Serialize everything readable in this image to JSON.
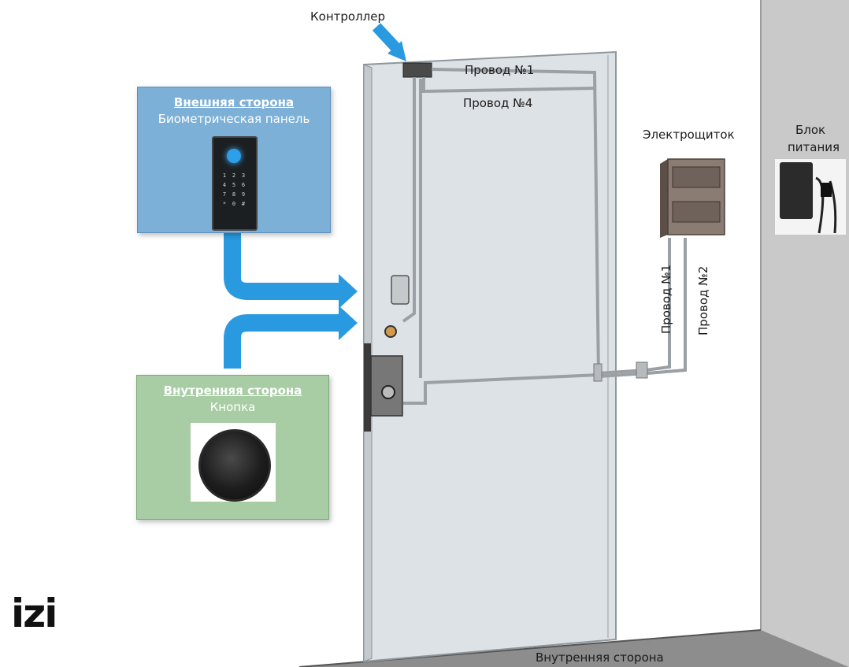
{
  "labels": {
    "controller": "Контроллер",
    "wire1_top": "Провод №1",
    "wire4": "Провод №4",
    "panel_box": "Электрощиток",
    "power_unit_line1": "Блок",
    "power_unit_line2": "питания",
    "wire1_side": "Провод №1",
    "wire2_side": "Провод №2",
    "floor_inside": "Внутренняя сторона"
  },
  "outer_panel": {
    "title": "Внешняя сторона",
    "subtitle": "Биометрическая панель",
    "color": "#7fb0d6"
  },
  "inner_panel": {
    "title": "Внутренняя сторона",
    "subtitle": "Кнопка",
    "color": "#a8cda4"
  },
  "keypad": [
    "1",
    "2",
    "3",
    "4",
    "5",
    "6",
    "7",
    "8",
    "9",
    "*",
    "0",
    "#"
  ],
  "logo": "izi",
  "colors": {
    "arrow": "#2a9ae0",
    "wall": "#c8c8c8",
    "door": "#dfe3e6",
    "wire": "#9aa0a4"
  }
}
